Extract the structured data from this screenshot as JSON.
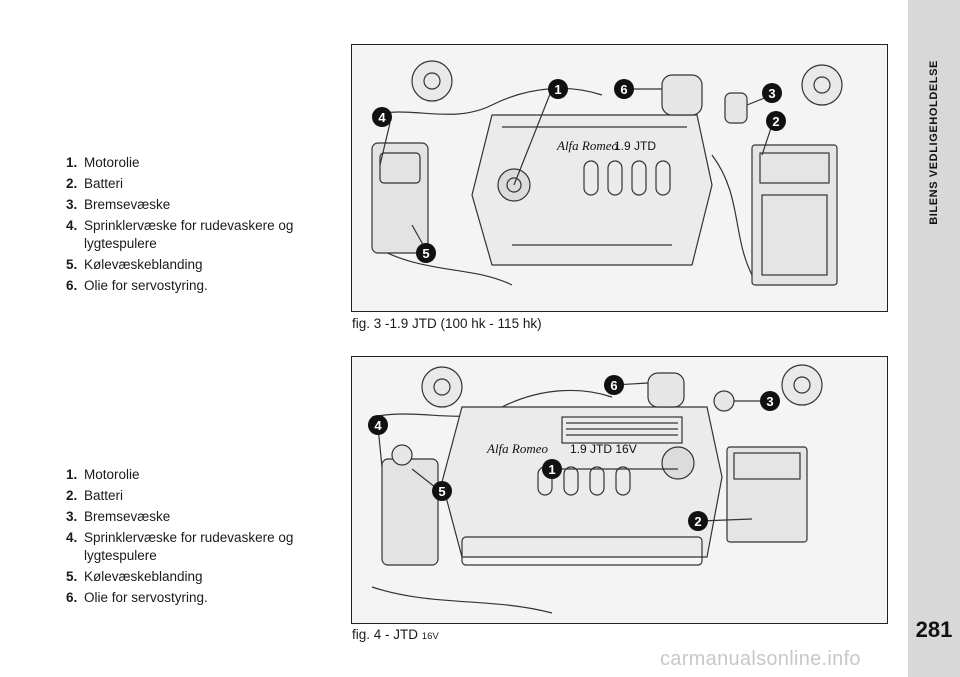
{
  "list_a": [
    {
      "num": "1.",
      "text": "Motorolie"
    },
    {
      "num": "2.",
      "text": "Batteri"
    },
    {
      "num": "3.",
      "text": "Bremsevæske"
    },
    {
      "num": "4.",
      "text": "Sprinklervæske for rudevaskere og lygtespulere"
    },
    {
      "num": "5.",
      "text": "Kølevæskeblanding"
    },
    {
      "num": "6.",
      "text": "Olie for servostyring."
    }
  ],
  "list_b": [
    {
      "num": "1.",
      "text": "Motorolie"
    },
    {
      "num": "2.",
      "text": "Batteri"
    },
    {
      "num": "3.",
      "text": "Bremsevæske"
    },
    {
      "num": "4.",
      "text": "Sprinklervæske for rudevaskere og lygtespulere"
    },
    {
      "num": "5.",
      "text": "Kølevæskeblanding"
    },
    {
      "num": "6.",
      "text": "Olie for servostyring."
    }
  ],
  "figure_a": {
    "caption": "fig. 3 -1.9 JTD (100 hk - 115 hk)",
    "brand": "Alfa Romeo",
    "engine_label": "1.9 JTD",
    "callouts": [
      "1",
      "2",
      "3",
      "4",
      "5",
      "6"
    ]
  },
  "figure_b": {
    "caption": "fig. 4 - JTD",
    "caption_small": "16V",
    "brand": "Alfa Romeo",
    "engine_label": "1.9   JTD 16V",
    "callouts": [
      "1",
      "2",
      "3",
      "4",
      "5",
      "6"
    ]
  },
  "side_tab": {
    "title": "BILENS VEDLIGEHOLDELSE"
  },
  "page_number": "281",
  "watermark": "carmanualsonline.info"
}
